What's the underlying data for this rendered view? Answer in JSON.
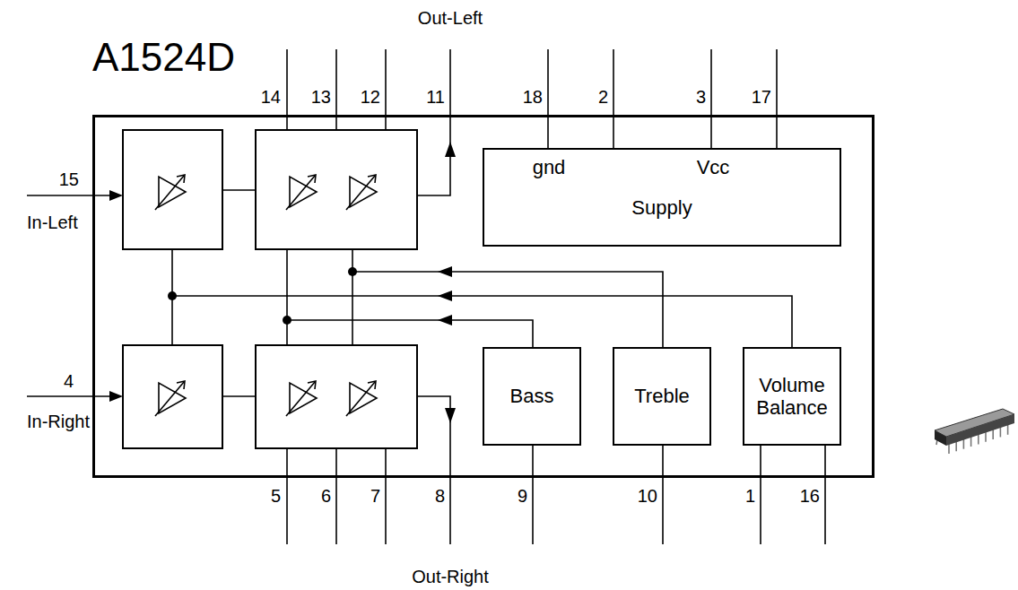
{
  "diagram": {
    "nodes": [
      {
        "text": [
          "A1524D"
        ]
      },
      {
        "text": [
          "gnd",
          "Vcc",
          "Supply"
        ],
        "in": 0
      },
      {
        "text": [
          "Bass"
        ],
        "in": 0
      },
      {
        "text": [
          "Treble"
        ],
        "in": 0
      },
      {
        "text": [
          "Volume Balance"
        ],
        "in": 0
      }
    ],
    "labels": [
      "Out-Left",
      "14",
      "13",
      "12",
      "11",
      "18",
      "2",
      "3",
      "17",
      "15",
      "In-Left",
      "4",
      "In-Right",
      "5",
      "6",
      "7",
      "8",
      "9",
      "10",
      "1",
      "16",
      "Out-Right"
    ]
  }
}
